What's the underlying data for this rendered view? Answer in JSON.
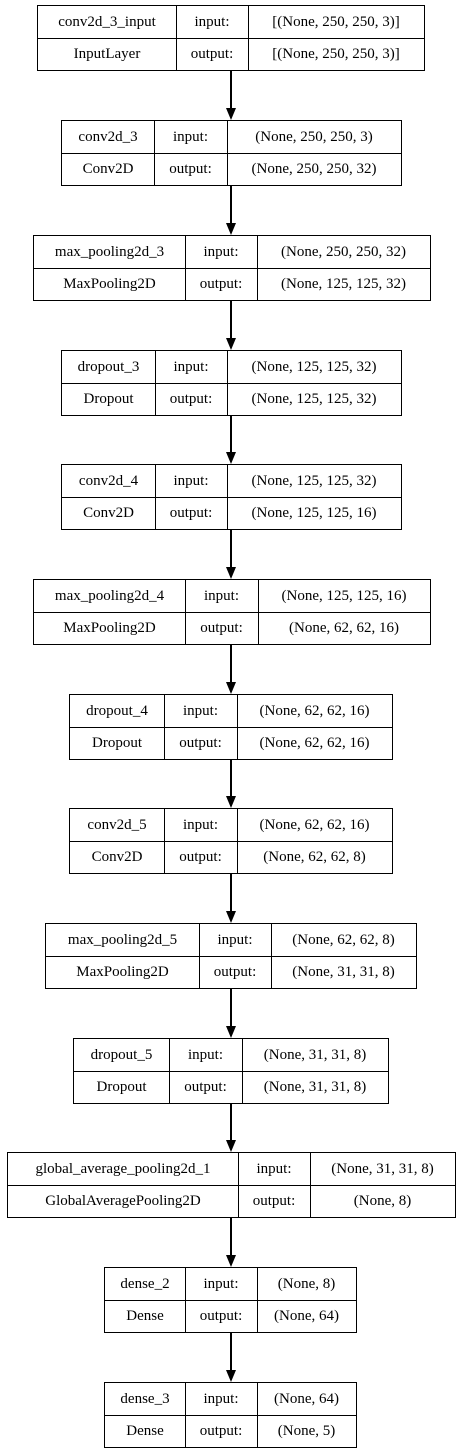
{
  "layers": [
    {
      "name": "conv2d_3_input",
      "type": "InputLayer",
      "input_label": "input:",
      "output_label": "output:",
      "input_shape": "[(None, 250, 250, 3)]",
      "output_shape": "[(None, 250, 250, 3)]"
    },
    {
      "name": "conv2d_3",
      "type": "Conv2D",
      "input_label": "input:",
      "output_label": "output:",
      "input_shape": "(None, 250, 250, 3)",
      "output_shape": "(None, 250, 250, 32)"
    },
    {
      "name": "max_pooling2d_3",
      "type": "MaxPooling2D",
      "input_label": "input:",
      "output_label": "output:",
      "input_shape": "(None, 250, 250, 32)",
      "output_shape": "(None, 125, 125, 32)"
    },
    {
      "name": "dropout_3",
      "type": "Dropout",
      "input_label": "input:",
      "output_label": "output:",
      "input_shape": "(None, 125, 125, 32)",
      "output_shape": "(None, 125, 125, 32)"
    },
    {
      "name": "conv2d_4",
      "type": "Conv2D",
      "input_label": "input:",
      "output_label": "output:",
      "input_shape": "(None, 125, 125, 32)",
      "output_shape": "(None, 125, 125, 16)"
    },
    {
      "name": "max_pooling2d_4",
      "type": "MaxPooling2D",
      "input_label": "input:",
      "output_label": "output:",
      "input_shape": "(None, 125, 125, 16)",
      "output_shape": "(None, 62, 62, 16)"
    },
    {
      "name": "dropout_4",
      "type": "Dropout",
      "input_label": "input:",
      "output_label": "output:",
      "input_shape": "(None, 62, 62, 16)",
      "output_shape": "(None, 62, 62, 16)"
    },
    {
      "name": "conv2d_5",
      "type": "Conv2D",
      "input_label": "input:",
      "output_label": "output:",
      "input_shape": "(None, 62, 62, 16)",
      "output_shape": "(None, 62, 62, 8)"
    },
    {
      "name": "max_pooling2d_5",
      "type": "MaxPooling2D",
      "input_label": "input:",
      "output_label": "output:",
      "input_shape": "(None, 62, 62, 8)",
      "output_shape": "(None, 31, 31, 8)"
    },
    {
      "name": "dropout_5",
      "type": "Dropout",
      "input_label": "input:",
      "output_label": "output:",
      "input_shape": "(None, 31, 31, 8)",
      "output_shape": "(None, 31, 31, 8)"
    },
    {
      "name": "global_average_pooling2d_1",
      "type": "GlobalAveragePooling2D",
      "input_label": "input:",
      "output_label": "output:",
      "input_shape": "(None, 31, 31, 8)",
      "output_shape": "(None, 8)"
    },
    {
      "name": "dense_2",
      "type": "Dense",
      "input_label": "input:",
      "output_label": "output:",
      "input_shape": "(None, 8)",
      "output_shape": "(None, 64)"
    },
    {
      "name": "dense_3",
      "type": "Dense",
      "input_label": "input:",
      "output_label": "output:",
      "input_shape": "(None, 64)",
      "output_shape": "(None, 5)"
    }
  ]
}
